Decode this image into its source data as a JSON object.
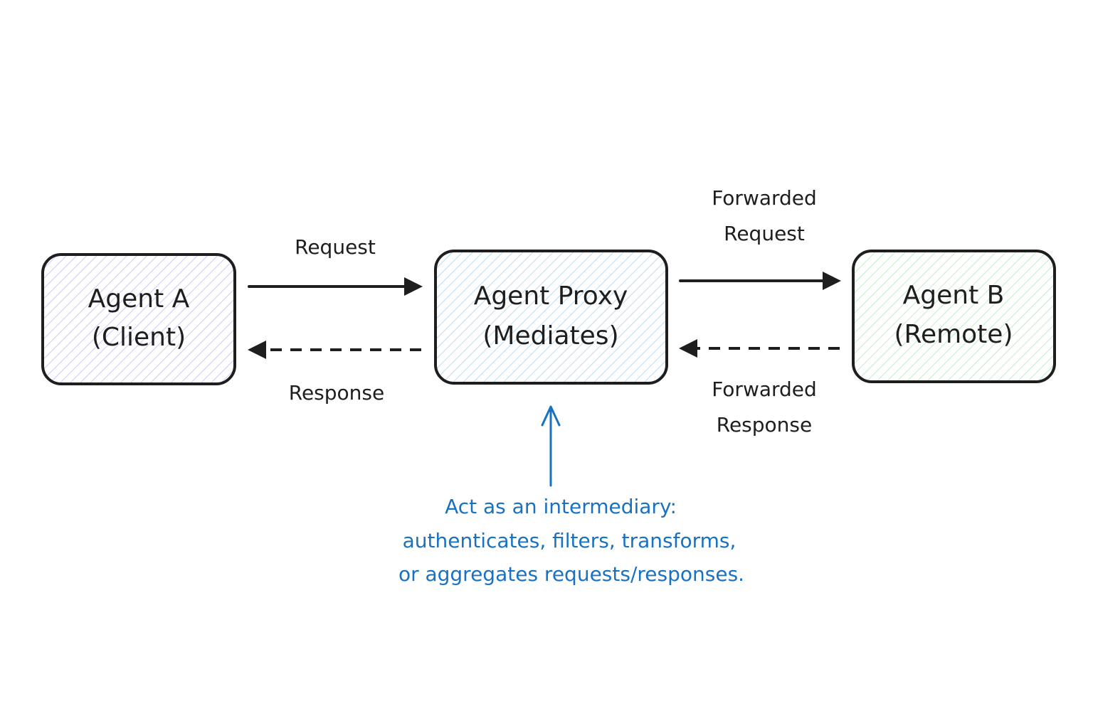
{
  "nodes": {
    "agent_a": {
      "line1": "Agent A",
      "line2": "(Client)",
      "fill": "#e5dbff"
    },
    "proxy": {
      "line1": "Agent Proxy",
      "line2": "(Mediates)",
      "fill": "#d0ebff"
    },
    "agent_b": {
      "line1": "Agent B",
      "line2": "(Remote)",
      "fill": "#d3f9d8"
    }
  },
  "edges": {
    "request": {
      "label": "Request"
    },
    "response": {
      "label": "Response"
    },
    "forwarded_request": {
      "line1": "Forwarded",
      "line2": "Request"
    },
    "forwarded_response": {
      "line1": "Forwarded",
      "line2": "Response"
    }
  },
  "note": {
    "line1": "Act as an intermediary:",
    "line2": "authenticates, filters, transforms,",
    "line3": "or aggregates requests/responses."
  },
  "colors": {
    "stroke": "#1e1e1e",
    "note": "#1971c2"
  }
}
